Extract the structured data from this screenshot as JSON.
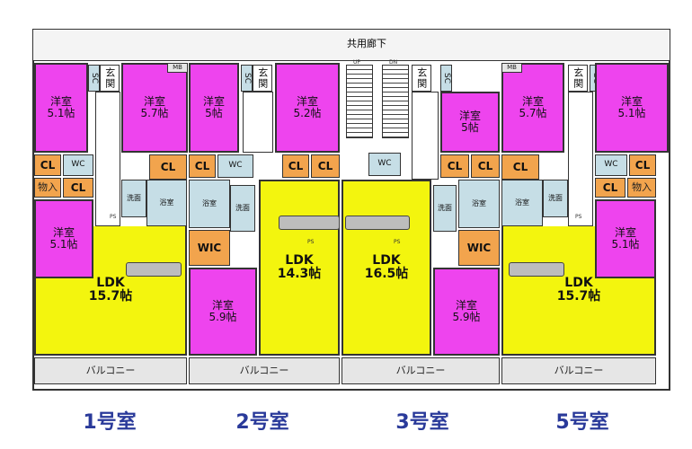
{
  "corridor": {
    "label": "共用廊下",
    "up": "UP",
    "dn": "DN"
  },
  "labels": {
    "entry": "玄関",
    "sc": "SC",
    "mb": "MB",
    "cl": "CL",
    "wc": "WC",
    "storage": "物入",
    "wash": "洗面",
    "bath": "浴室",
    "wic": "WIC",
    "balcony": "バルコニー",
    "ps": "PS",
    "room": "洋室",
    "ldk": "LDK"
  },
  "units": [
    {
      "name": "1号室",
      "rooms": [
        "5.1帖",
        "5.7帖",
        "5.1帖"
      ],
      "ldk": "15.7帖"
    },
    {
      "name": "2号室",
      "rooms": [
        "5帖",
        "5.2帖",
        "5.9帖"
      ],
      "ldk": "14.3帖"
    },
    {
      "name": "3号室",
      "rooms": [
        "5帖",
        "5.9帖"
      ],
      "ldk": "16.5帖"
    },
    {
      "name": "5号室",
      "rooms": [
        "5.7帖",
        "5.1帖",
        "5.1帖"
      ],
      "ldk": "15.7帖"
    }
  ]
}
